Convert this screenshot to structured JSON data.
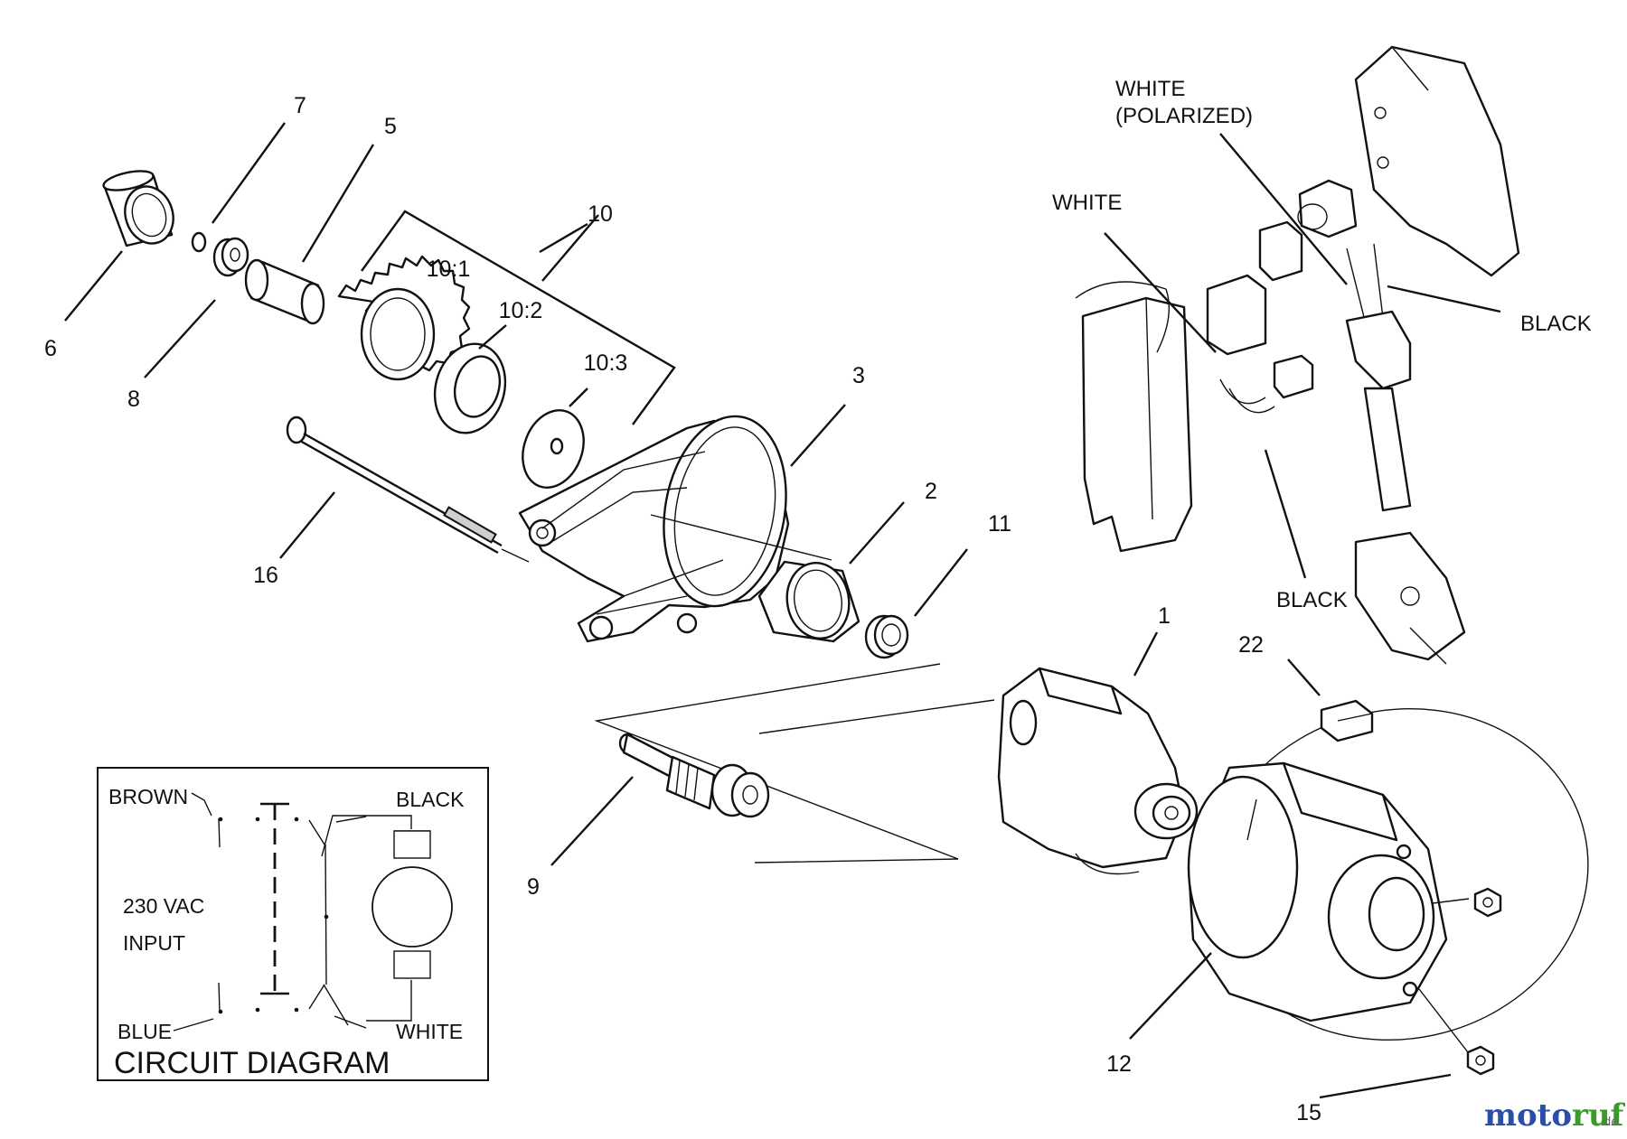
{
  "part_labels": {
    "p1": "1",
    "p2": "2",
    "p3": "3",
    "p5": "5",
    "p6": "6",
    "p7": "7",
    "p8": "8",
    "p9": "9",
    "p10": "10",
    "p10_1": "10:1",
    "p10_2": "10:2",
    "p10_3": "10:3",
    "p11": "11",
    "p12": "12",
    "p15": "15",
    "p16": "16",
    "p22": "22"
  },
  "wire_labels": {
    "white_polarized_line1": "WHITE",
    "white_polarized_line2": "(POLARIZED)",
    "white": "WHITE",
    "black_top": "BLACK",
    "black_mid": "BLACK"
  },
  "circuit_diagram": {
    "title": "CIRCUIT DIAGRAM",
    "brown": "BROWN",
    "blue": "BLUE",
    "black": "BLACK",
    "white": "WHITE",
    "input_line1": "230 VAC",
    "input_line2": "INPUT"
  },
  "watermark": {
    "text_a": "moto",
    "text_b": "ruf",
    "suffix": ".de",
    "colors": {
      "blue": "#2a4fa8",
      "green": "#3a9a2a",
      "orange": "#e07a1a"
    }
  }
}
